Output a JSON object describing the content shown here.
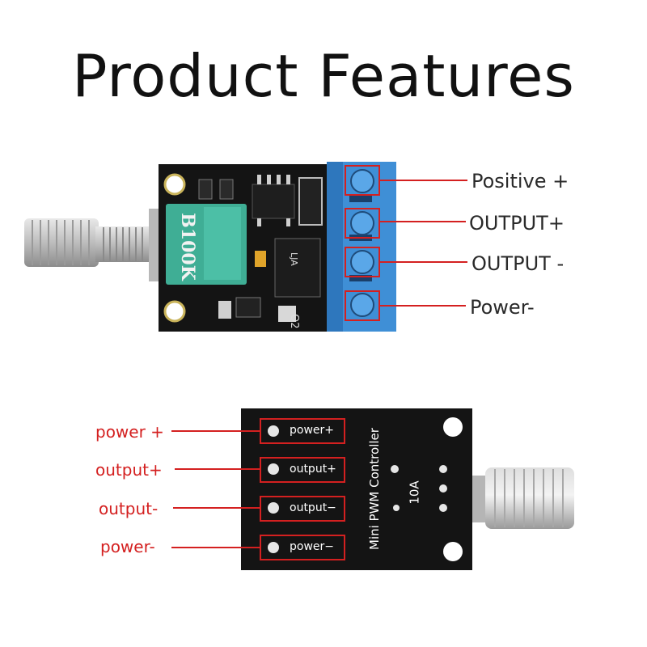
{
  "title": "Product Features",
  "board_top": {
    "labels": [
      "Positive +",
      "OUTPUT+",
      "OUTPUT -",
      "Power-"
    ],
    "pot_text": "B100K",
    "q_text": "Q2",
    "chip_text": "LJA"
  },
  "board_bottom": {
    "labels": [
      "power +",
      "output+",
      "output-",
      "power-"
    ],
    "pads": [
      "power+",
      "output+",
      "output−",
      "power−"
    ],
    "silk_text": "Mini PWM Controller",
    "rating": "10A"
  },
  "colors": {
    "pcb": "#111111",
    "terminal": "#3f8fd6",
    "pot": "#3fae95",
    "label_red": "#d42020",
    "leader_red": "#d42020"
  }
}
